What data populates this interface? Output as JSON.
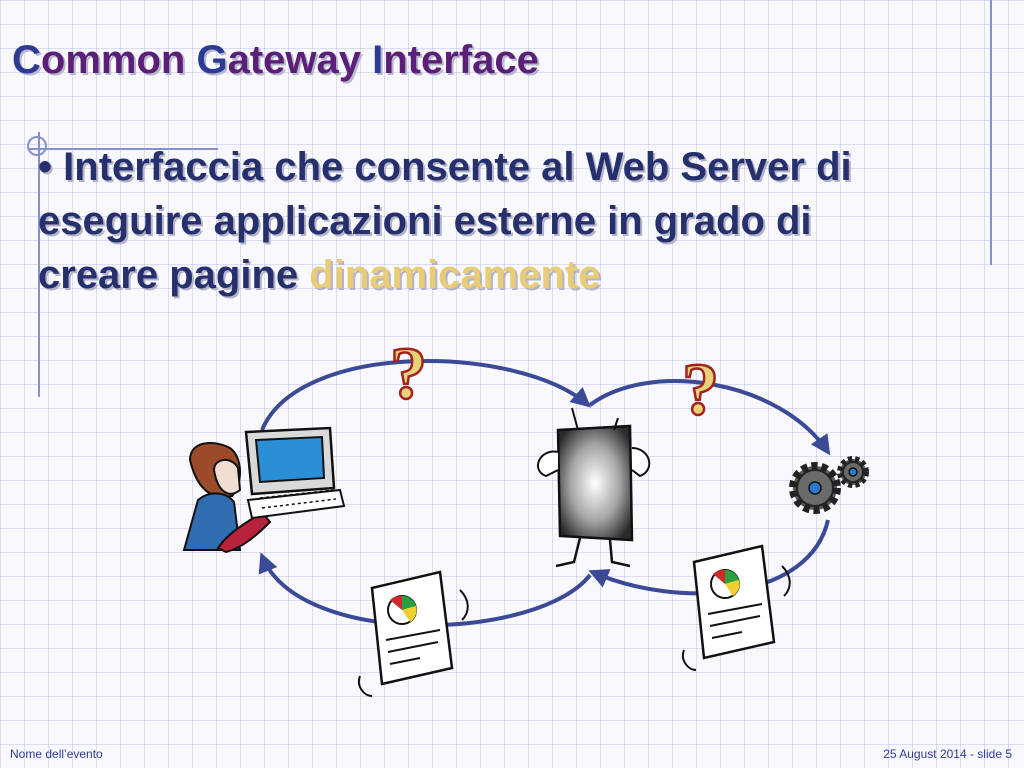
{
  "slide": {
    "title_words": [
      {
        "cap": "C",
        "rest": "ommon"
      },
      {
        "cap": "G",
        "rest": "ateway"
      },
      {
        "cap": "I",
        "rest": "nterface"
      }
    ],
    "bullet_marker": "•",
    "bullet_text": "Interfaccia che consente al Web Server di eseguire applicazioni esterne in grado di creare pagine",
    "bullet_highlight": "dinamicamente",
    "question_mark": "?"
  },
  "footer": {
    "event": "Nome dell’evento",
    "slide_info": "25 August 2014 - slide 5"
  },
  "colors": {
    "title": "#5b1f78",
    "title_caps": "#2e3b93",
    "bullet_text": "#25306c",
    "highlight": "#e8cc78",
    "arrows": "#3a4a96",
    "question_fill": "#e6d27a",
    "question_outline": "#a3231f"
  },
  "diagram": {
    "nodes": [
      "user-at-computer-icon",
      "web-server-icon",
      "gears-icon",
      "web-page-document-icon"
    ]
  }
}
